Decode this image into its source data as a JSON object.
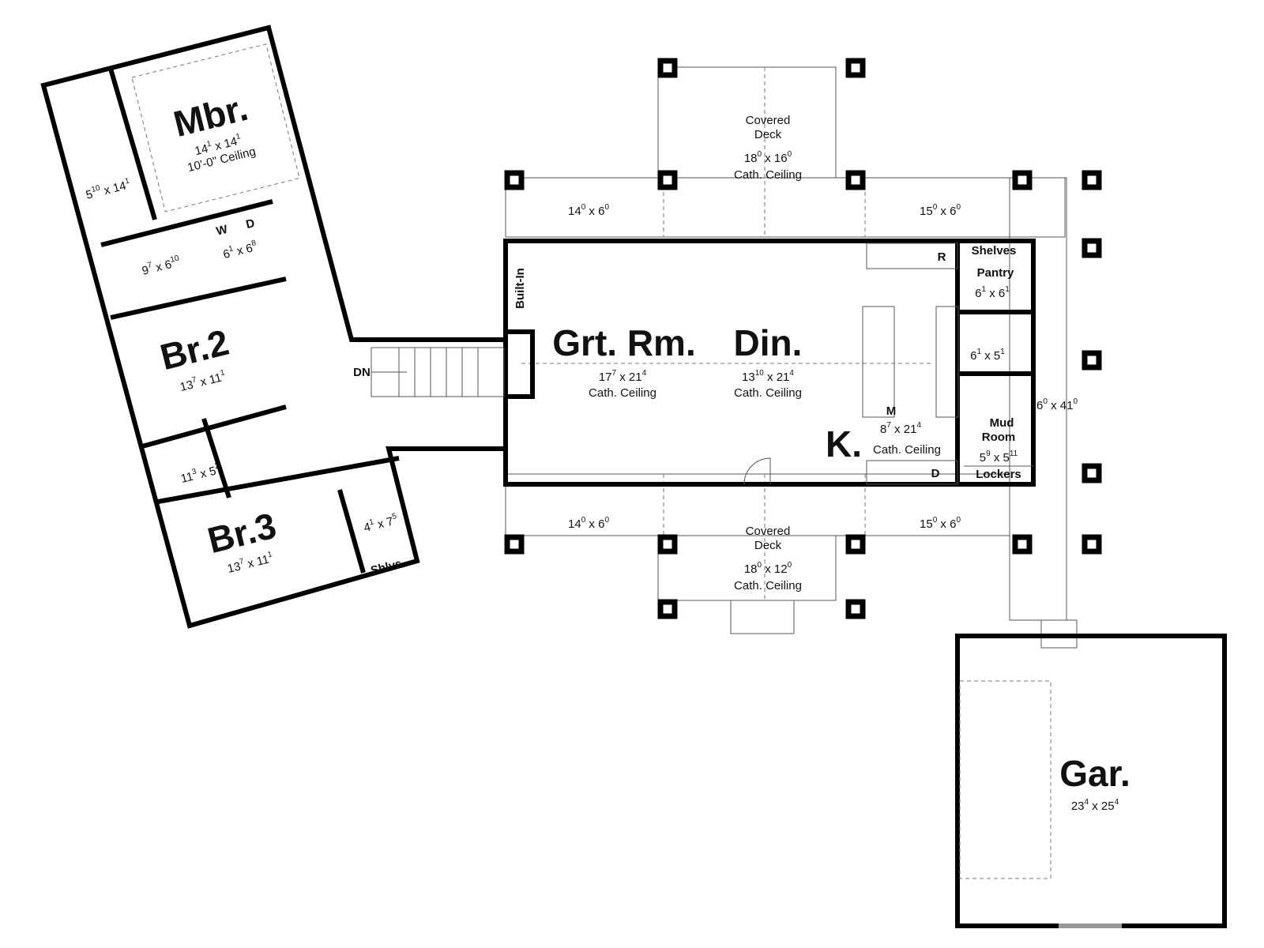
{
  "sep": "x",
  "rooms": {
    "mbr": {
      "name": "Mbr.",
      "w": "14",
      "wi": "1",
      "l": "14",
      "li": "1",
      "note": "10'-0\" Ceiling"
    },
    "mbath": {
      "w": "5",
      "wi": "10",
      "l": "14",
      "li": "1"
    },
    "wic1": {
      "w": "9",
      "wi": "7",
      "l": "6",
      "li": "10"
    },
    "laundry": {
      "w": "6",
      "wi": "1",
      "l": "6",
      "li": "8",
      "washer": "W",
      "dryer": "D"
    },
    "br2": {
      "name": "Br.2",
      "w": "13",
      "wi": "7",
      "l": "11",
      "li": "1"
    },
    "bath2": {
      "w": "11",
      "wi": "3",
      "l": "5",
      "li": "2"
    },
    "br3": {
      "name": "Br.3",
      "w": "13",
      "wi": "7",
      "l": "11",
      "li": "1"
    },
    "closet3": {
      "w": "4",
      "wi": "1",
      "l": "7",
      "li": "5",
      "note": "Shlvs."
    },
    "stairs": {
      "label": "DN"
    },
    "builtin": {
      "label": "Built-In"
    },
    "grt": {
      "name": "Grt. Rm.",
      "w": "17",
      "wi": "7",
      "l": "21",
      "li": "4",
      "note": "Cath. Ceiling"
    },
    "din": {
      "name": "Din.",
      "w": "13",
      "wi": "10",
      "l": "21",
      "li": "4",
      "note": "Cath. Ceiling"
    },
    "kit": {
      "name": "K.",
      "w": "8",
      "wi": "7",
      "l": "21",
      "li": "4",
      "note": "Cath. Ceiling",
      "fridge": "R",
      "micro": "M",
      "dish": "D"
    },
    "pantry": {
      "shelves": "Shelves",
      "name": "Pantry",
      "w": "6",
      "wi": "1",
      "l": "6",
      "li": "1"
    },
    "halfbath": {
      "w": "6",
      "wi": "1",
      "l": "5",
      "li": "1"
    },
    "mud": {
      "name1": "Mud",
      "name2": "Room",
      "w": "5",
      "wi": "9",
      "l": "5",
      "li": "11",
      "lockers": "Lockers"
    },
    "deck_top": {
      "name1": "Covered",
      "name2": "Deck",
      "w": "18",
      "wi": "0",
      "l": "16",
      "li": "0",
      "note": "Cath. Ceiling"
    },
    "porch_tl": {
      "w": "14",
      "wi": "0",
      "l": "6",
      "li": "0"
    },
    "porch_tr": {
      "w": "15",
      "wi": "0",
      "l": "6",
      "li": "0"
    },
    "porch_side": {
      "w": "6",
      "wi": "0",
      "l": "41",
      "li": "0"
    },
    "porch_bl": {
      "w": "14",
      "wi": "0",
      "l": "6",
      "li": "0"
    },
    "porch_br": {
      "w": "15",
      "wi": "0",
      "l": "6",
      "li": "0"
    },
    "deck_bot": {
      "name1": "Covered",
      "name2": "Deck",
      "w": "18",
      "wi": "0",
      "l": "12",
      "li": "0",
      "note": "Cath. Ceiling"
    },
    "gar": {
      "name": "Gar.",
      "w": "23",
      "wi": "4",
      "l": "25",
      "li": "4"
    }
  }
}
